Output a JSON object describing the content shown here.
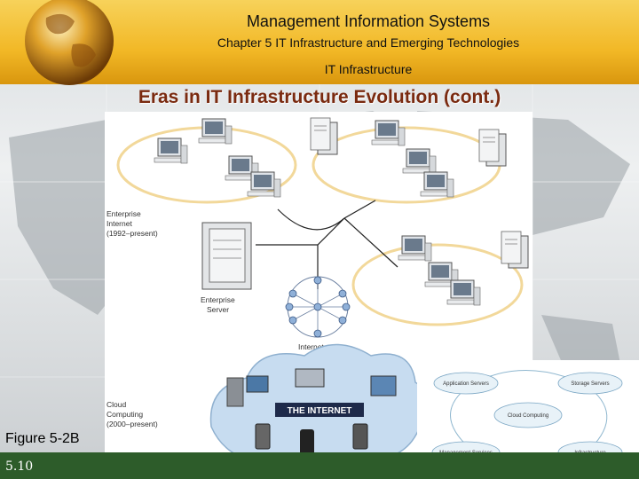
{
  "header": {
    "title": "Management Information Systems",
    "chapter": "Chapter 5 IT Infrastructure and Emerging Technologies",
    "section": "IT Infrastructure"
  },
  "slide_heading": "Eras in IT Infrastructure Evolution (cont.)",
  "figure": {
    "era_enterprise": [
      "Enterprise",
      "Internet",
      "(1992–present)"
    ],
    "enterprise_server": [
      "Enterprise",
      "Server"
    ],
    "internet_label": "Internet",
    "era_cloud": [
      "Cloud",
      "Computing",
      "(2000–present)"
    ],
    "the_internet": "THE INTERNET"
  },
  "inset": {
    "application_servers": "Application Servers",
    "storage_servers": "Storage Servers",
    "cloud_computing": "Cloud Computing",
    "management_services": "Management Services",
    "infrastructure": "Infrastructure"
  },
  "figure_label": "Figure 5-2B",
  "slide_number": "5.10",
  "colors": {
    "header": "#f2b826",
    "footer": "#2d5c2a",
    "heading": "#7a2a10"
  }
}
